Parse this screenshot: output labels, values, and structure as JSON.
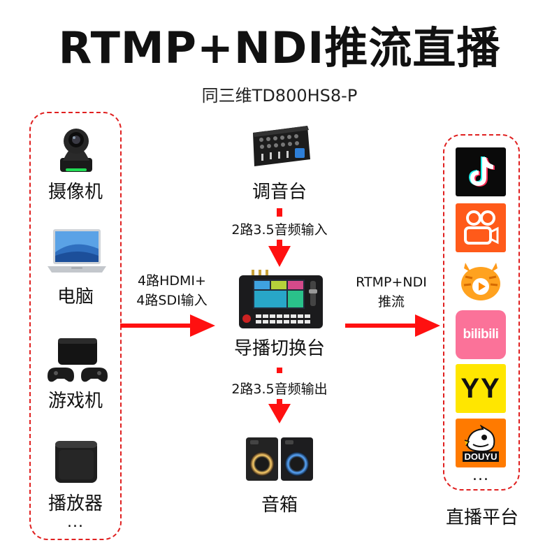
{
  "title": "RTMP+NDI推流直播",
  "subtitle": "同三维TD800HS8-P",
  "sources": {
    "items": [
      {
        "label": "摄像机",
        "icon": "ptz-camera-icon"
      },
      {
        "label": "电脑",
        "icon": "laptop-icon"
      },
      {
        "label": "游戏机",
        "icon": "game-console-icon"
      },
      {
        "label": "播放器",
        "icon": "media-player-icon"
      }
    ],
    "more": "..."
  },
  "mixer": {
    "label": "调音台",
    "icon": "audio-mixer-icon"
  },
  "audio_in": "2路3.5音频输入",
  "video_in": {
    "line1": "4路HDMI+",
    "line2": "4路SDI输入"
  },
  "switcher": {
    "label": "导播切换台",
    "icon": "video-switcher-icon"
  },
  "stream": {
    "line1": "RTMP+NDI",
    "line2": "推流"
  },
  "audio_out": "2路3.5音频输出",
  "speakers": {
    "label": "音箱",
    "icon": "speakers-icon"
  },
  "platforms": {
    "items": [
      {
        "name": "douyin",
        "icon": "douyin-icon",
        "bg": "#0a0a0a"
      },
      {
        "name": "kuaishou",
        "icon": "kuaishou-icon",
        "bg": "#ff5a1a"
      },
      {
        "name": "huya",
        "icon": "huya-icon",
        "bg": "#ffffff"
      },
      {
        "name": "bilibili",
        "text": "bilibili",
        "icon": "bilibili-icon",
        "bg": "#fb7299"
      },
      {
        "name": "yy",
        "text": "YY",
        "icon": "yy-icon",
        "bg": "#ffe600"
      },
      {
        "name": "douyu",
        "text": "DOUYU",
        "icon": "douyu-icon",
        "bg": "#ff7a00"
      }
    ],
    "more": "...",
    "label": "直播平台"
  },
  "colors": {
    "accent": "#ff1010",
    "dashed_border": "#e02020"
  }
}
